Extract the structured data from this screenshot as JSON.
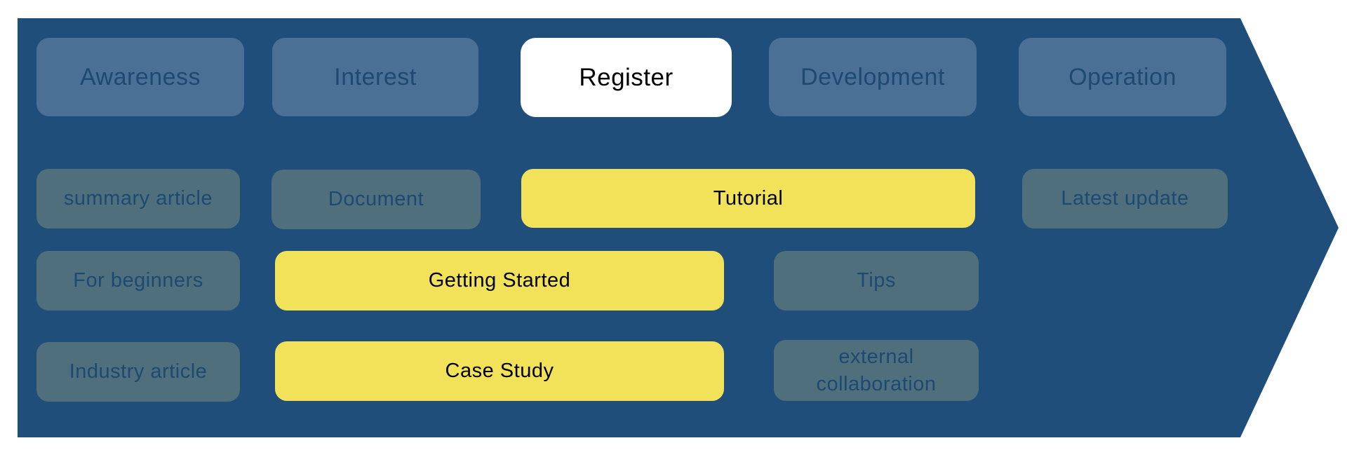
{
  "diagram": {
    "title_hint": "customer journey funnel with content mapping",
    "stages": {
      "awareness": {
        "label": "Awareness",
        "state": "dimmed"
      },
      "interest": {
        "label": "Interest",
        "state": "dimmed"
      },
      "register": {
        "label": "Register",
        "state": "active"
      },
      "development": {
        "label": "Development",
        "state": "dimmed"
      },
      "operation": {
        "label": "Operation",
        "state": "dimmed"
      }
    },
    "content_items": {
      "summary_article": {
        "label": "summary article",
        "state": "dimmed",
        "row": 1,
        "under_stages": [
          "Awareness"
        ]
      },
      "document": {
        "label": "Document",
        "state": "dimmed",
        "row": 1,
        "under_stages": [
          "Interest"
        ]
      },
      "tutorial": {
        "label": "Tutorial",
        "state": "highlighted",
        "row": 1,
        "under_stages": [
          "Register",
          "Development"
        ]
      },
      "latest_update": {
        "label": "Latest update",
        "state": "dimmed",
        "row": 1,
        "under_stages": [
          "Operation"
        ]
      },
      "for_beginners": {
        "label": "For beginners",
        "state": "dimmed",
        "row": 2,
        "under_stages": [
          "Awareness"
        ]
      },
      "getting_started": {
        "label": "Getting Started",
        "state": "highlighted",
        "row": 2,
        "under_stages": [
          "Interest",
          "Register"
        ]
      },
      "tips": {
        "label": "Tips",
        "state": "dimmed",
        "row": 2,
        "under_stages": [
          "Development"
        ]
      },
      "industry_article": {
        "label": "Industry article",
        "state": "dimmed",
        "row": 3,
        "under_stages": [
          "Awareness"
        ]
      },
      "case_study": {
        "label": "Case Study",
        "state": "highlighted",
        "row": 3,
        "under_stages": [
          "Interest",
          "Register"
        ]
      },
      "external_collaboration": {
        "label": "external collaboration",
        "state": "dimmed",
        "row": 3,
        "under_stages": [
          "Development"
        ]
      }
    },
    "colors": {
      "arrow_blue": "#1F4E7B",
      "stage_dimmed": "#4A7095",
      "content_dimmed": "#4E6F7B",
      "highlight_yellow": "#F2E25A",
      "active_white": "#FFFFFF",
      "text_navy": "#1D4A72",
      "text_black": "#000000"
    }
  }
}
